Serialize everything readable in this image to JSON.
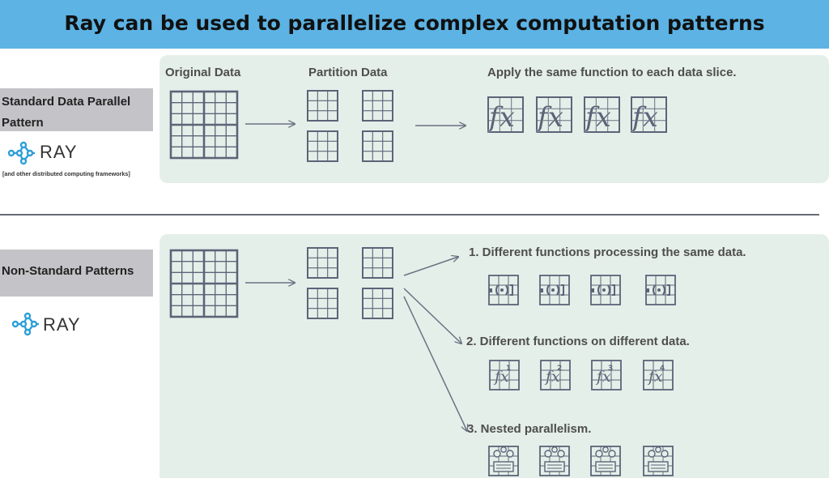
{
  "title": "Ray can be used to parallelize complex computation patterns",
  "top_section": {
    "label": "Standard Data Parallel Pattern",
    "col_original": "Original Data",
    "col_partition": "Partition Data",
    "col_apply": "Apply the same function to each data slice.",
    "logo_text": "RAY",
    "frameworks_note": "[and other distributed computing frameworks]",
    "function_symbol": "fx"
  },
  "bottom_section": {
    "label": "Non-Standard Patterns",
    "logo_text": "RAY",
    "pattern1": "1. Different functions processing the same data.",
    "pattern2": "2. Different functions on different data.",
    "pattern3": "3. Nested parallelism.",
    "function_indices": [
      "1",
      "2",
      "3",
      "4"
    ]
  },
  "colors": {
    "header": "#5cb3e4",
    "panel": "#e5efe9",
    "label_bg": "#c4c4c8",
    "grid": "#5b6478",
    "ray_logo": "#2e9fd8"
  }
}
